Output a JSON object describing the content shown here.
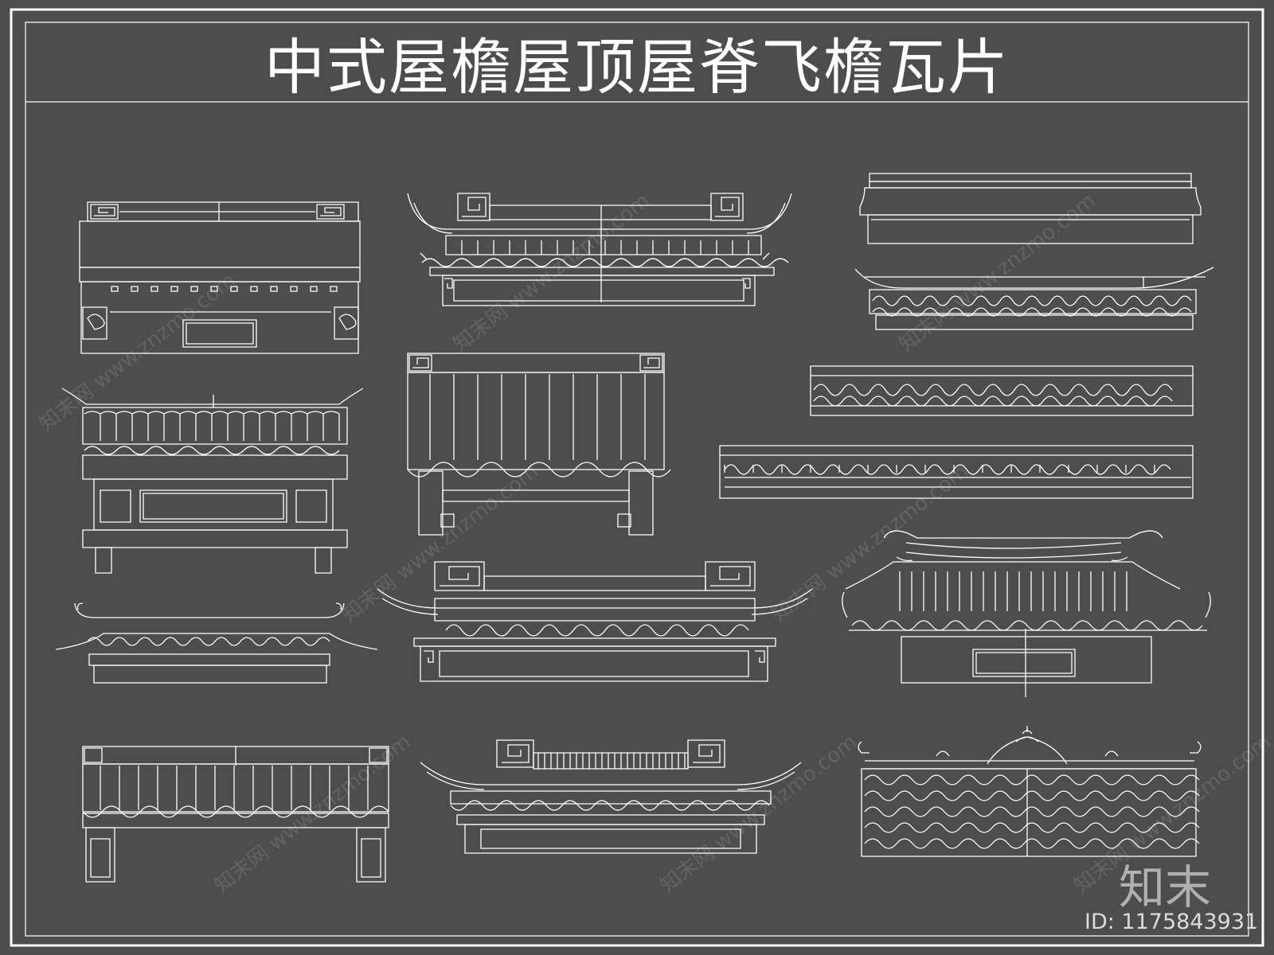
{
  "title": "中式屋檐屋顶屋脊飞檐瓦片",
  "watermark_text": "知末网 www.znzmo.com",
  "logo_text": "知末",
  "id_label": "ID: 1175843931",
  "colors": {
    "background": "#4d4d4d",
    "line": "#ffffff",
    "frame": "#ffffff"
  },
  "elements": [
    {
      "name": "eave-01",
      "kind": "flat-roof-with-plaque"
    },
    {
      "name": "eave-02",
      "kind": "flying-eave-with-fret-ends"
    },
    {
      "name": "eave-03",
      "kind": "cornice-profile"
    },
    {
      "name": "eave-04",
      "kind": "curved-ridge-tile-row"
    },
    {
      "name": "eave-05",
      "kind": "tile-strip"
    },
    {
      "name": "eave-06",
      "kind": "long-tile-strip"
    },
    {
      "name": "eave-07",
      "kind": "upturned-eave-with-panels"
    },
    {
      "name": "eave-08",
      "kind": "gateway-with-fret-ends"
    },
    {
      "name": "eave-09",
      "kind": "boat-ridge-eave"
    },
    {
      "name": "eave-10",
      "kind": "flying-eave-with-plaque"
    },
    {
      "name": "eave-11",
      "kind": "dragon-ridge-roof"
    },
    {
      "name": "eave-12",
      "kind": "gateway-with-valance"
    },
    {
      "name": "eave-13",
      "kind": "flying-eave-with-lattice-ridge"
    },
    {
      "name": "eave-14",
      "kind": "ornate-ridge-tiled-roof"
    }
  ]
}
